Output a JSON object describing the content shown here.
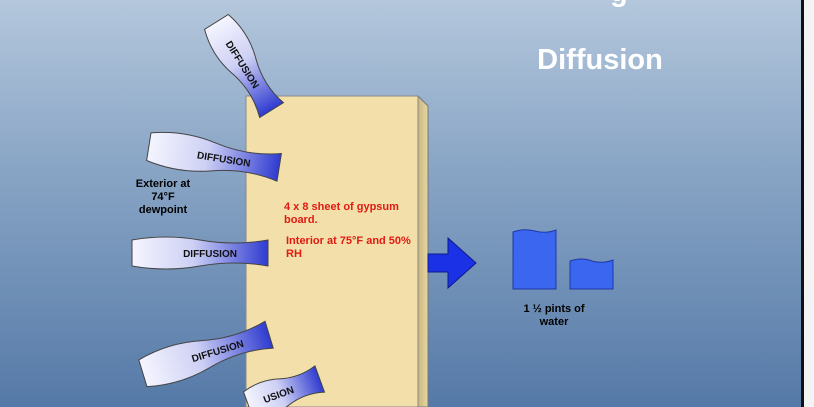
{
  "title": "Diffusion",
  "title_cut": "g",
  "exterior_label": "Exterior at 74°F dewpoint",
  "board_label": "4 x 8 sheet of gypsum board.",
  "interior_label": "Interior at  75°F and 50% RH",
  "water_label": "1 ½ pints of water",
  "arrows": [
    {
      "text": "DIFFUSION"
    },
    {
      "text": "DIFFUSION"
    },
    {
      "text": "DIFFUSION"
    },
    {
      "text": "DIFFUSION"
    },
    {
      "text": "USION"
    }
  ],
  "colors": {
    "board": "#f2dfaa",
    "arrow_start": "#eeeefb",
    "arrow_end": "#3a45d6",
    "water": "#3a66f0",
    "block_arrow": "#1b31e6",
    "red_text": "#e21a12"
  }
}
